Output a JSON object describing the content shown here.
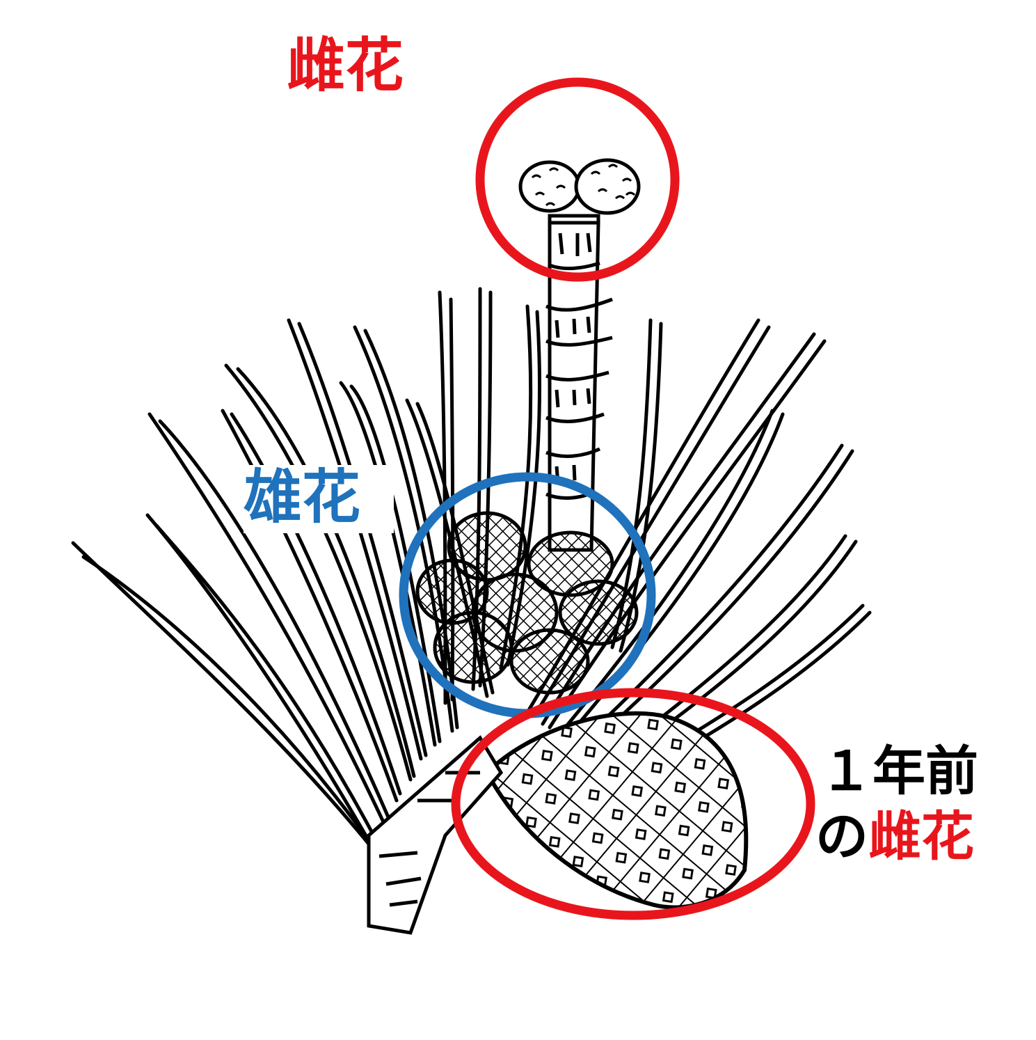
{
  "labels": {
    "female_flower": "雌花",
    "male_flower": "雄花",
    "prev_year_line1": "１年前",
    "prev_year_particle": "の",
    "prev_year_female": "雌花"
  },
  "colors": {
    "female": "#e8161c",
    "male": "#1f72bb",
    "ink": "#000000"
  }
}
